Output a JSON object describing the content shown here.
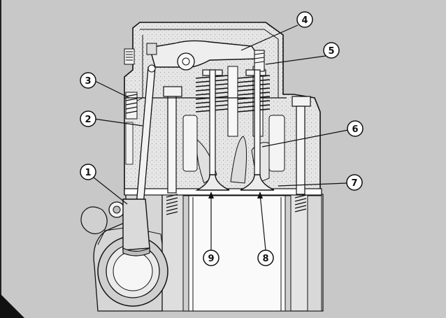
{
  "diagram": {
    "callouts": [
      {
        "id": "1",
        "label": "1"
      },
      {
        "id": "2",
        "label": "2"
      },
      {
        "id": "3",
        "label": "3"
      },
      {
        "id": "4",
        "label": "4"
      },
      {
        "id": "5",
        "label": "5"
      },
      {
        "id": "6",
        "label": "6"
      },
      {
        "id": "7",
        "label": "7"
      },
      {
        "id": "8",
        "label": "8"
      },
      {
        "id": "9",
        "label": "9"
      }
    ]
  },
  "colors": {
    "background": "#c8c8c8",
    "casting": "#e8e8e8",
    "line": "#111111",
    "gasket": "#ffffff"
  }
}
